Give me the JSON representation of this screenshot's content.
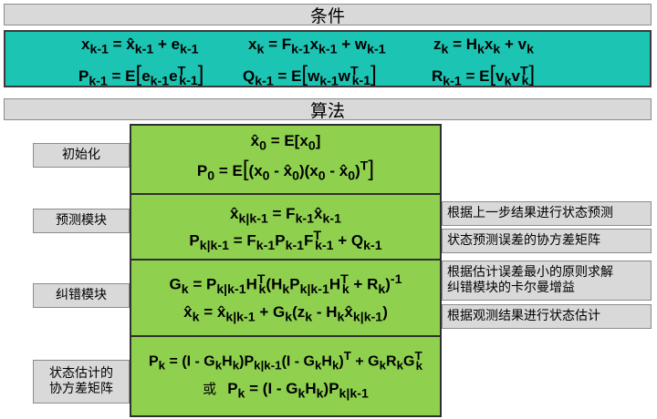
{
  "banners": {
    "conditions_title": "条件",
    "algorithm_title": "算法"
  },
  "conditions": {
    "row1": {
      "state_error": "x_{k-1} = x̂_{k-1} + e_{k-1}",
      "process_model": "x_k = F_{k-1}x_{k-1} + w_{k-1}",
      "measurement_model": "z_k = H_k x_k + v_k"
    },
    "row2": {
      "state_covariance": "P_{k-1} = E[e_{k-1}e_{k-1}^T]",
      "process_noise": "Q_{k-1} = E[w_{k-1}w_{k-1}^T]",
      "measurement_noise": "R_{k-1} = E[v_k v_k^T]"
    }
  },
  "steps": {
    "init": {
      "label": "初始化",
      "eq1": "x̂_0 = E[x_0]",
      "eq2": "P_0 = E[(x_0 - x̂_0)(x_0 - x̂_0)^T]"
    },
    "predict": {
      "label": "预测模块",
      "eq1": "x̂_{k|k-1} = F_{k-1}x̂_{k-1}",
      "eq2": "P_{k|k-1} = F_{k-1}P_{k-1}F_{k-1}^T + Q_{k-1}",
      "note1": "根据上一步结果进行状态预测",
      "note2": "状态预测误差的协方差矩阵"
    },
    "correct": {
      "label": "纠错模块",
      "eq1": "G_k = P_{k|k-1}H_k^T(H_k P_{k|k-1}H_k^T + R_k)^{-1}",
      "eq2": "x̂_k = x̂_{k|k-1} + G_k(z_k - H_k x̂_{k|k-1})",
      "note1_line1": "根据估计误差最小的原则求解",
      "note1_line2": "纠错模块的卡尔曼增益",
      "note2": "根据观测结果进行状态估计"
    },
    "covariance": {
      "label_line1": "状态估计的",
      "label_line2": "协方差矩阵",
      "eq1": "P_k = (I - G_k H_k)P_{k|k-1}(I - G_k H_k)^T + G_k R_k G_k^T",
      "or_word": "或",
      "eq2": "P_k = (I - G_k H_k)P_{k|k-1}"
    }
  },
  "colors": {
    "banner_bg": "#d9d9d9",
    "conditions_bg": "#1cc4b3",
    "algorithm_bg": "#8fd14f"
  }
}
